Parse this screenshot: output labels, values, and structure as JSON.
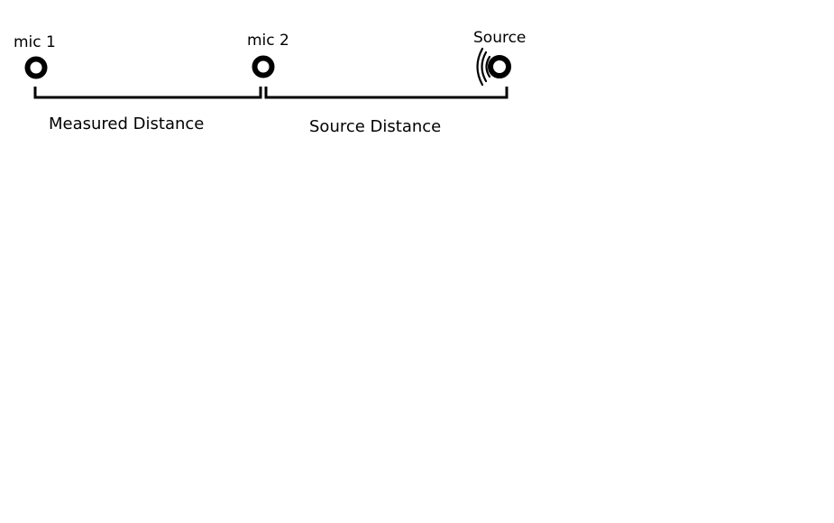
{
  "nodes": {
    "mic1": {
      "label": "mic 1"
    },
    "mic2": {
      "label": "mic 2"
    },
    "source": {
      "label": "Source"
    }
  },
  "distances": {
    "measured": {
      "label": "Measured Distance"
    },
    "source": {
      "label": "Source Distance"
    }
  },
  "colors": {
    "ink": "#000000",
    "background": "#ffffff"
  }
}
